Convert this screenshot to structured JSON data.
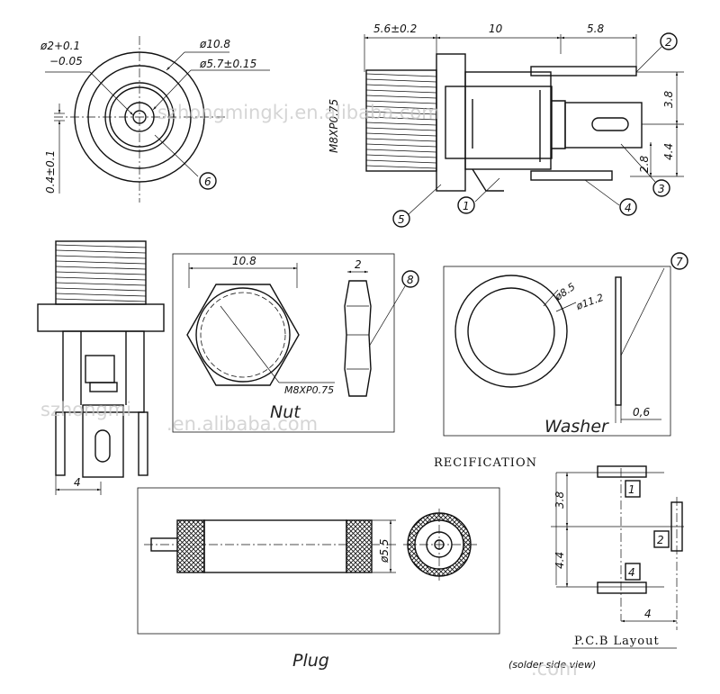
{
  "labels": {
    "dia_small": "ø2+0.1",
    "dia_small_tol": "−0.05",
    "dia_outer": "ø10.8",
    "dia_mid": "ø5.7±0.15",
    "offset_vertical": "0.4±0.1",
    "thread_len": "5.6±0.2",
    "body_len": "10",
    "tab_len": "5.8",
    "thread_spec": "M8XP0.75",
    "dim_3_8": "3.8",
    "dim_4_4": "4.4",
    "dim_2_8": "2.8",
    "side_width": "4",
    "nut_width": "10.8",
    "nut_thick": "2",
    "nut_thread": "M8XP0.75",
    "nut_title": "Nut",
    "washer_inner": "ø8.5",
    "washer_outer": "ø11.2",
    "washer_thick": "0,6",
    "washer_title": "Washer",
    "plug_dia": "ø5.5",
    "plug_title": "Plug",
    "spec_heading": "RECIFICATION",
    "pcb_3_8": "3.8",
    "pcb_4_4": "4.4",
    "pcb_4": "4",
    "pcb_title": "P.C.B Layout",
    "pcb_sub": "(solder side view)"
  },
  "callouts": [
    "1",
    "2",
    "3",
    "4",
    "5",
    "6",
    "7",
    "8"
  ],
  "pcb_pads": [
    "1",
    "2",
    "4"
  ],
  "watermarks": [
    "szhongmingkj.en.alibaba.com",
    "szhongmi",
    ".en.alibaba.com",
    ".com"
  ]
}
